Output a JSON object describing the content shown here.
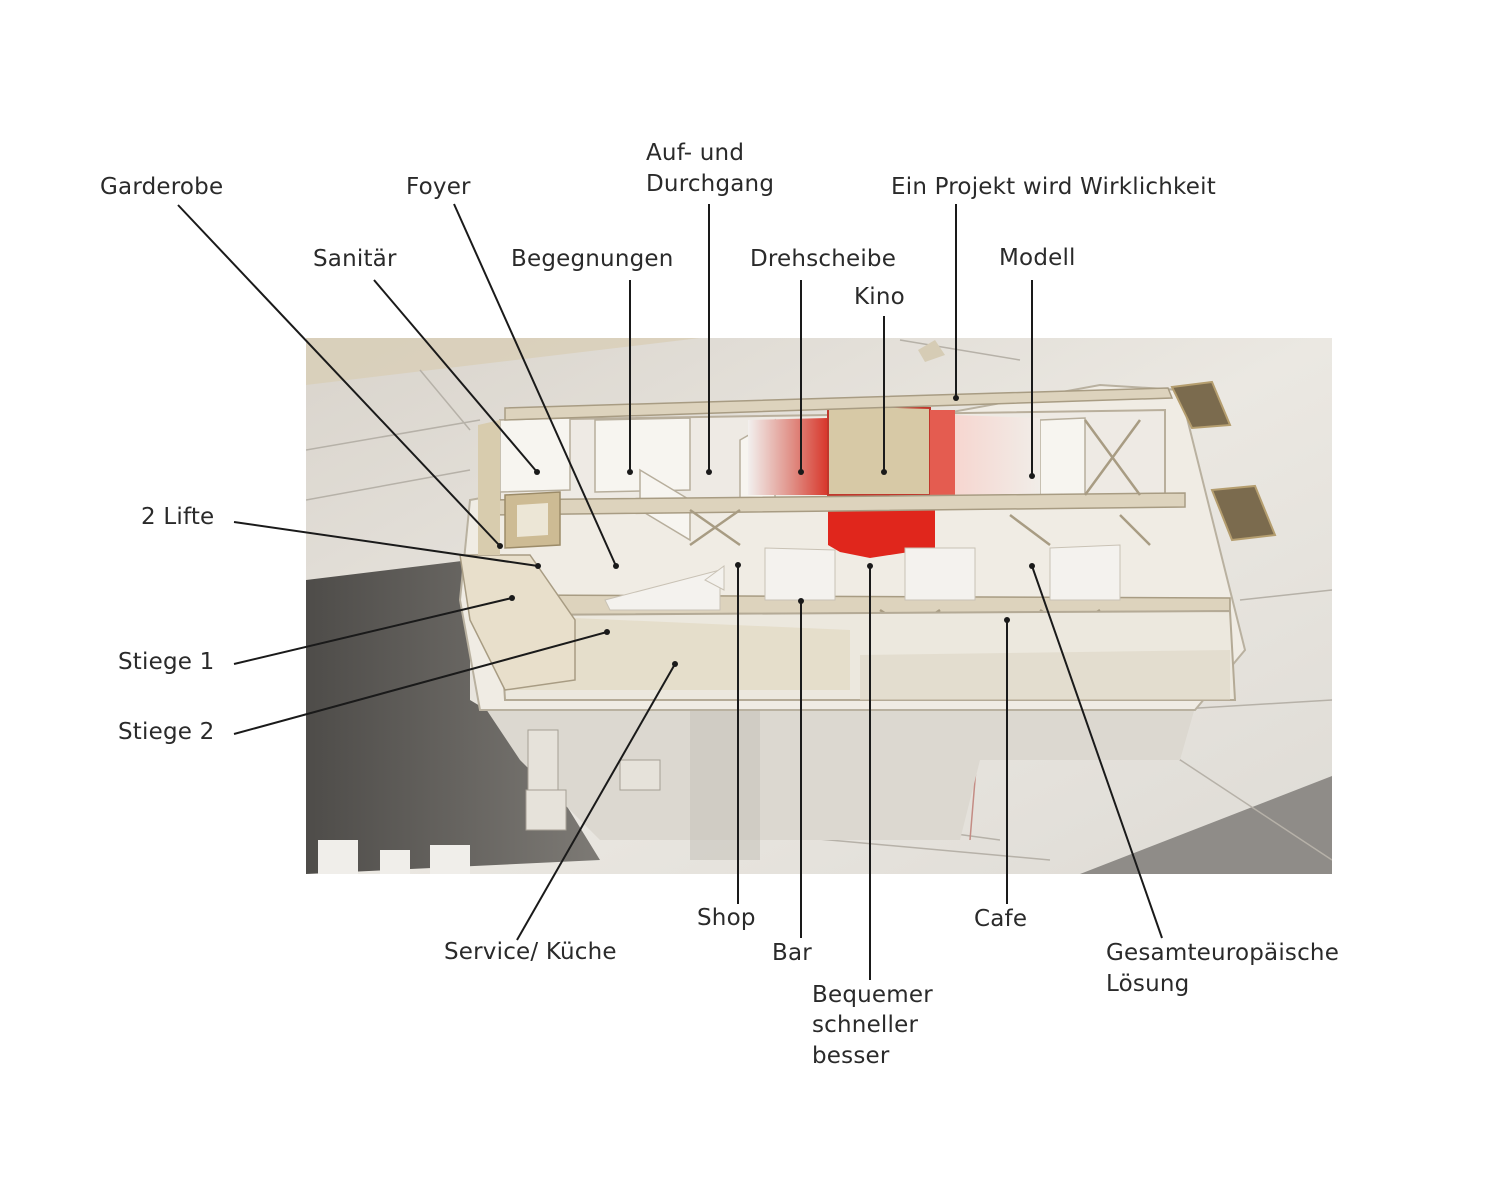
{
  "colors": {
    "background": "#ffffff",
    "label_text": "#2a2a2a",
    "leader_line": "#1a1a1a",
    "model_board": "#e7e3db",
    "model_shadow": "#5c5a56",
    "accent_red": "#e0261c"
  },
  "labels": {
    "garderobe": "Garderobe",
    "foyer": "Foyer",
    "auf_und_durchgang_1": "Auf- und",
    "auf_und_durchgang_2": "Durchgang",
    "ein_projekt": "Ein Projekt wird Wirklichkeit",
    "sanitaer": "Sanitär",
    "begegnungen": "Begegnungen",
    "drehscheibe": "Drehscheibe",
    "modell": "Modell",
    "kino": "Kino",
    "zwei_lifte": "2 Lifte",
    "stiege_1": "Stiege 1",
    "stiege_2": "Stiege 2",
    "service_kueche": "Service/ Küche",
    "shop": "Shop",
    "bar": "Bar",
    "cafe": "Cafe",
    "bequemer_1": "Bequemer",
    "bequemer_2": "schneller",
    "bequemer_3": "besser",
    "gesamteuropaeisch_1": "Gesamteuropäische",
    "gesamteuropaeisch_2": "Lösung"
  }
}
